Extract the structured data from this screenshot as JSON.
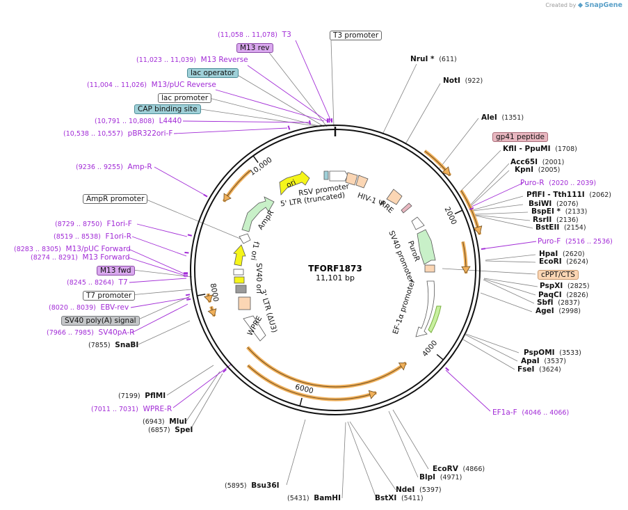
{
  "brand": {
    "prefix": "Created by",
    "name": "SnapGene"
  },
  "plasmid": {
    "name": "TFORF1873",
    "size_label": "11,101 bp",
    "length": 11101
  },
  "tick_labels": [
    "2000",
    "4000",
    "6000",
    "8000",
    "10,000"
  ],
  "colors": {
    "feature_arrow": "#f0b05a",
    "ori": "#f5f51a",
    "ampr": "#c8f0c8",
    "primer": "#a12ad6",
    "enzyme": "#111111"
  },
  "enzymes": [
    {
      "name": "NruI *",
      "pos": "(611)"
    },
    {
      "name": "NotI",
      "pos": "(922)"
    },
    {
      "name": "AleI",
      "pos": "(1351)"
    },
    {
      "name": "KflI  - PpuMI",
      "pos": "(1708)"
    },
    {
      "name": "Acc65I",
      "pos": "(2001)"
    },
    {
      "name": "KpnI",
      "pos": "(2005)"
    },
    {
      "name": "PflFI  - Tth111I",
      "pos": "(2062)"
    },
    {
      "name": "BsiWI",
      "pos": "(2076)"
    },
    {
      "name": "BspEI *",
      "pos": "(2133)"
    },
    {
      "name": "RsrII",
      "pos": "(2136)"
    },
    {
      "name": "BstEII",
      "pos": "(2154)"
    },
    {
      "name": "HpaI",
      "pos": "(2620)"
    },
    {
      "name": "EcoRI",
      "pos": "(2624)"
    },
    {
      "name": "PspXI",
      "pos": "(2825)"
    },
    {
      "name": "PaqCI",
      "pos": "(2826)"
    },
    {
      "name": "SbfI",
      "pos": "(2837)"
    },
    {
      "name": "AgeI",
      "pos": "(2998)"
    },
    {
      "name": "PspOMI",
      "pos": "(3533)"
    },
    {
      "name": "ApaI",
      "pos": "(3537)"
    },
    {
      "name": "FseI",
      "pos": "(3624)"
    },
    {
      "name": "EcoRV",
      "pos": "(4866)"
    },
    {
      "name": "BlpI",
      "pos": "(4971)"
    },
    {
      "name": "NdeI",
      "pos": "(5397)"
    },
    {
      "name": "BstXI",
      "pos": "(5411)"
    },
    {
      "name": "BamHI",
      "pos": "(5431)"
    },
    {
      "name": "Bsu36I",
      "pos": "(5895)"
    },
    {
      "name": "SpeI",
      "pos": "(6857)"
    },
    {
      "name": "MluI",
      "pos": "(6943)"
    },
    {
      "name": "PflMI",
      "pos": "(7199)"
    },
    {
      "name": "SnaBI",
      "pos": "(7855)"
    }
  ],
  "primers": [
    {
      "name": "T3",
      "range": "(11,058 .. 11,078)"
    },
    {
      "name": "M13 Reverse",
      "range": "(11,023 .. 11,039)"
    },
    {
      "name": "M13/pUC Reverse",
      "range": "(11,004 .. 11,026)"
    },
    {
      "name": "L4440",
      "range": "(10,791 .. 10,808)"
    },
    {
      "name": "pBR322ori-F",
      "range": "(10,538 .. 10,557)"
    },
    {
      "name": "Amp-R",
      "range": "(9236 .. 9255)"
    },
    {
      "name": "F1ori-F",
      "range": "(8729 .. 8750)"
    },
    {
      "name": "F1ori-R",
      "range": "(8519 .. 8538)"
    },
    {
      "name": "M13/pUC Forward",
      "range": "(8283 .. 8305)"
    },
    {
      "name": "M13 Forward",
      "range": "(8274 .. 8291)"
    },
    {
      "name": "T7",
      "range": "(8245 .. 8264)"
    },
    {
      "name": "EBV-rev",
      "range": "(8020 .. 8039)"
    },
    {
      "name": "SV40pA-R",
      "range": "(7966 .. 7985)"
    },
    {
      "name": "WPRE-R",
      "range": "(7011 .. 7031)"
    },
    {
      "name": "Puro-R",
      "range": "(2020 .. 2039)"
    },
    {
      "name": "Puro-F",
      "range": "(2516 .. 2536)"
    },
    {
      "name": "EF1a-F",
      "range": "(4046 .. 4066)"
    }
  ],
  "boxed_features": [
    {
      "name": "T3 promoter"
    },
    {
      "name": "M13 rev"
    },
    {
      "name": "lac operator"
    },
    {
      "name": "lac promoter"
    },
    {
      "name": "CAP binding site"
    },
    {
      "name": "gp41 peptide"
    },
    {
      "name": "AmpR promoter"
    },
    {
      "name": "M13 fwd"
    },
    {
      "name": "T7 promoter"
    },
    {
      "name": "SV40 poly(A) signal"
    },
    {
      "name": "cPPT/CTS"
    }
  ],
  "inner_labels": {
    "rsv": "RSV promoter",
    "ltr5": "5' LTR (truncated)",
    "hiv": "HIV-1 Ψ",
    "rre": "RRE",
    "sv40p": "SV40 promoter",
    "puror": "PuroR",
    "ef1a": "EF-1α promoter",
    "wpre": "WPRE",
    "ltr3": "3' LTR (ΔU3)",
    "sv40ori": "SV40 ori",
    "f1ori": "f1 ori",
    "ampr": "AmpR",
    "ori": "ori"
  }
}
